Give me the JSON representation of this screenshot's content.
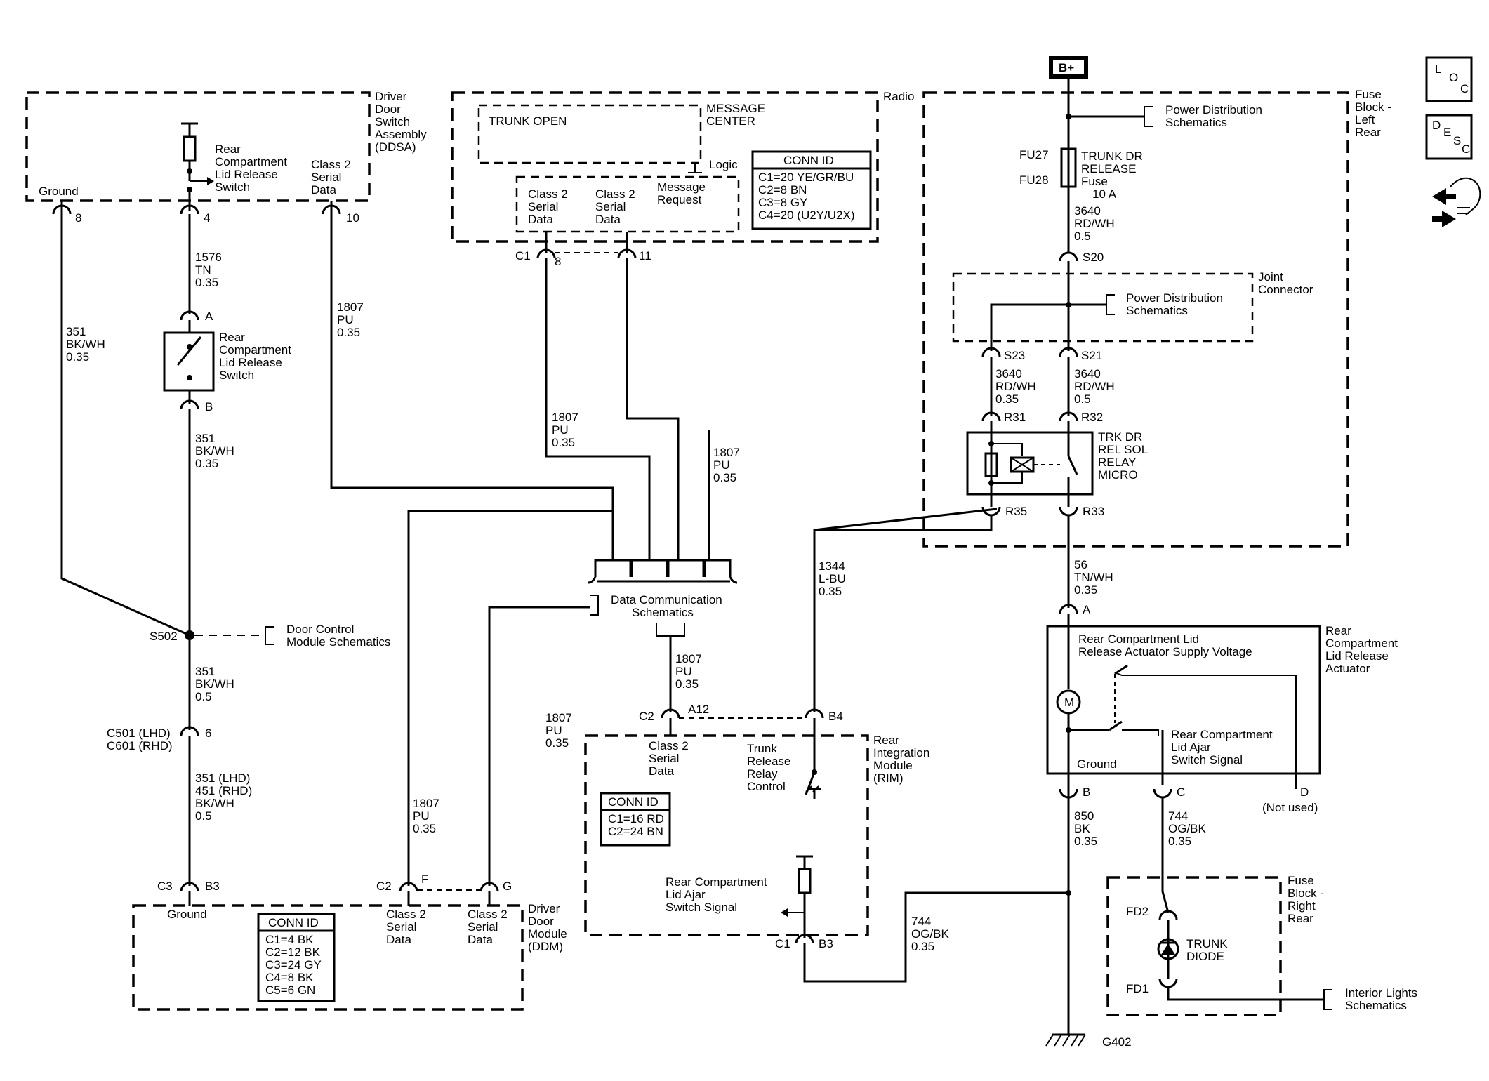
{
  "ddsa": {
    "label": [
      "Driver",
      "Door",
      "Switch",
      "Assembly",
      "(DDSA)"
    ],
    "ground": "Ground",
    "switch_label": [
      "Rear",
      "Compartment",
      "Lid Release",
      "Switch"
    ],
    "class2": [
      "Class 2",
      "Serial",
      "Data"
    ],
    "pins": [
      "8",
      "4",
      "10"
    ]
  },
  "wires_left": {
    "w1576": [
      "1576",
      "TN",
      "0.35"
    ],
    "w351a": [
      "351",
      "BK/WH",
      "0.35"
    ],
    "w1807a": [
      "1807",
      "PU",
      "0.35"
    ],
    "w351b": [
      "351",
      "BK/WH",
      "0.35"
    ],
    "w351c": [
      "351",
      "BK/WH",
      "0.5"
    ],
    "w351d": [
      "351 (LHD)",
      "451 (RHD)",
      "BK/WH",
      "0.5"
    ],
    "w1807d": [
      "1807",
      "PU",
      "0.35"
    ],
    "w1807e": [
      "1807",
      "PU",
      "0.35"
    ]
  },
  "rear_switch": {
    "label": [
      "Rear",
      "Compartment",
      "Lid Release",
      "Switch"
    ],
    "pin_a": "A",
    "pin_b": "B"
  },
  "splice": {
    "s502": "S502",
    "door_control": [
      "Door Control",
      "Module Schematics"
    ]
  },
  "connector_c501": {
    "label": [
      "C501 (LHD)",
      "C601 (RHD)"
    ],
    "pin": "6"
  },
  "ddm": {
    "label": [
      "Driver",
      "Door",
      "Module",
      "(DDM)"
    ],
    "c3": "C3",
    "b3": "B3",
    "ground": "Ground",
    "c2": "C2",
    "f": "F",
    "g": "G",
    "class2_a": [
      "Class 2",
      "Serial",
      "Data"
    ],
    "class2_b": [
      "Class 2",
      "Serial",
      "Data"
    ],
    "conn_title": "CONN ID",
    "conn": [
      "C1=4 BK",
      "C2=12 BK",
      "C3=24 GY",
      "C4=8 BK",
      "C5=6 GN"
    ]
  },
  "radio": {
    "label": "Radio",
    "trunk_open": "TRUNK OPEN",
    "message_center": [
      "MESSAGE",
      "CENTER"
    ],
    "logic": "Logic",
    "class2_a": [
      "Class 2",
      "Serial",
      "Data"
    ],
    "class2_b": [
      "Class 2",
      "Serial",
      "Data"
    ],
    "message_request": [
      "Message",
      "Request"
    ],
    "conn_title": "CONN ID",
    "conn": [
      "C1=20 YE/GR/BU",
      "C2=8 BN",
      "C3=8 GY",
      "C4=20 (U2Y/U2X)"
    ],
    "c1": "C1",
    "pin8": "8",
    "pin11": "11"
  },
  "wires_mid": {
    "w1807b": [
      "1807",
      "PU",
      "0.35"
    ],
    "w1807c": [
      "1807",
      "PU",
      "0.35"
    ],
    "w1807f": [
      "1807",
      "PU",
      "0.35"
    ],
    "w1344": [
      "1344",
      "L-BU",
      "0.35"
    ],
    "w744": [
      "744",
      "OG/BK",
      "0.35"
    ]
  },
  "data_comm": [
    "Data Communication",
    "Schematics"
  ],
  "rim": {
    "label": [
      "Rear",
      "Integration",
      "Module",
      "(RIM)"
    ],
    "c2": "C2",
    "a12": "A12",
    "b4": "B4",
    "class2": [
      "Class 2",
      "Serial",
      "Data"
    ],
    "trunk_relay": [
      "Trunk",
      "Release",
      "Relay",
      "Control"
    ],
    "conn_title": "CONN ID",
    "conn": [
      "C1=16 RD",
      "C2=24 BN"
    ],
    "ajar": [
      "Rear Compartment",
      "Lid Ajar",
      "Switch Signal"
    ],
    "c1": "C1",
    "b3": "B3"
  },
  "fuse_block_lr": {
    "label": [
      "Fuse",
      "Block -",
      "Left",
      "Rear"
    ],
    "bplus": "B+",
    "power_dist": [
      "Power Distribution",
      "Schematics"
    ],
    "fu27": "FU27",
    "fu28": "FU28",
    "fuse_label": [
      "TRUNK DR",
      "RELEASE",
      "Fuse",
      "10 A"
    ],
    "w3640a": [
      "3640",
      "RD/WH",
      "0.5"
    ],
    "s20": "S20",
    "joint": [
      "Joint",
      "Connector"
    ],
    "power_dist2": [
      "Power Distribution",
      "Schematics"
    ],
    "s23": "S23",
    "s21": "S21",
    "w3640b": [
      "3640",
      "RD/WH",
      "0.35"
    ],
    "w3640c": [
      "3640",
      "RD/WH",
      "0.5"
    ],
    "r31": "R31",
    "r32": "R32",
    "relay": [
      "TRK DR",
      "REL SOL",
      "RELAY",
      "MICRO"
    ],
    "r35": "R35",
    "r33": "R33"
  },
  "actuator": {
    "w56": [
      "56",
      "TN/WH",
      "0.35"
    ],
    "pin_a": "A",
    "label": [
      "Rear",
      "Compartment",
      "Lid Release",
      "Actuator"
    ],
    "supply": [
      "Rear Compartment Lid",
      "Release Actuator Supply Voltage"
    ],
    "motor": "M",
    "ground": "Ground",
    "ajar": [
      "Rear Compartment",
      "Lid Ajar",
      "Switch Signal"
    ],
    "pin_b": "B",
    "pin_c": "C",
    "pin_d": "D",
    "not_used": "(Not used)",
    "w850": [
      "850",
      "BK",
      "0.35"
    ],
    "w744": [
      "744",
      "OG/BK",
      "0.35"
    ]
  },
  "fuse_block_rr": {
    "label": [
      "Fuse",
      "Block -",
      "Right",
      "Rear"
    ],
    "fd2": "FD2",
    "fd1": "FD1",
    "diode": [
      "TRUNK",
      "DIODE"
    ],
    "interior": [
      "Interior Lights",
      "Schematics"
    ]
  },
  "ground": "G402",
  "icons": {
    "loc": [
      "L",
      "O",
      "C"
    ],
    "desc": [
      "D",
      "E",
      "S",
      "C"
    ]
  }
}
